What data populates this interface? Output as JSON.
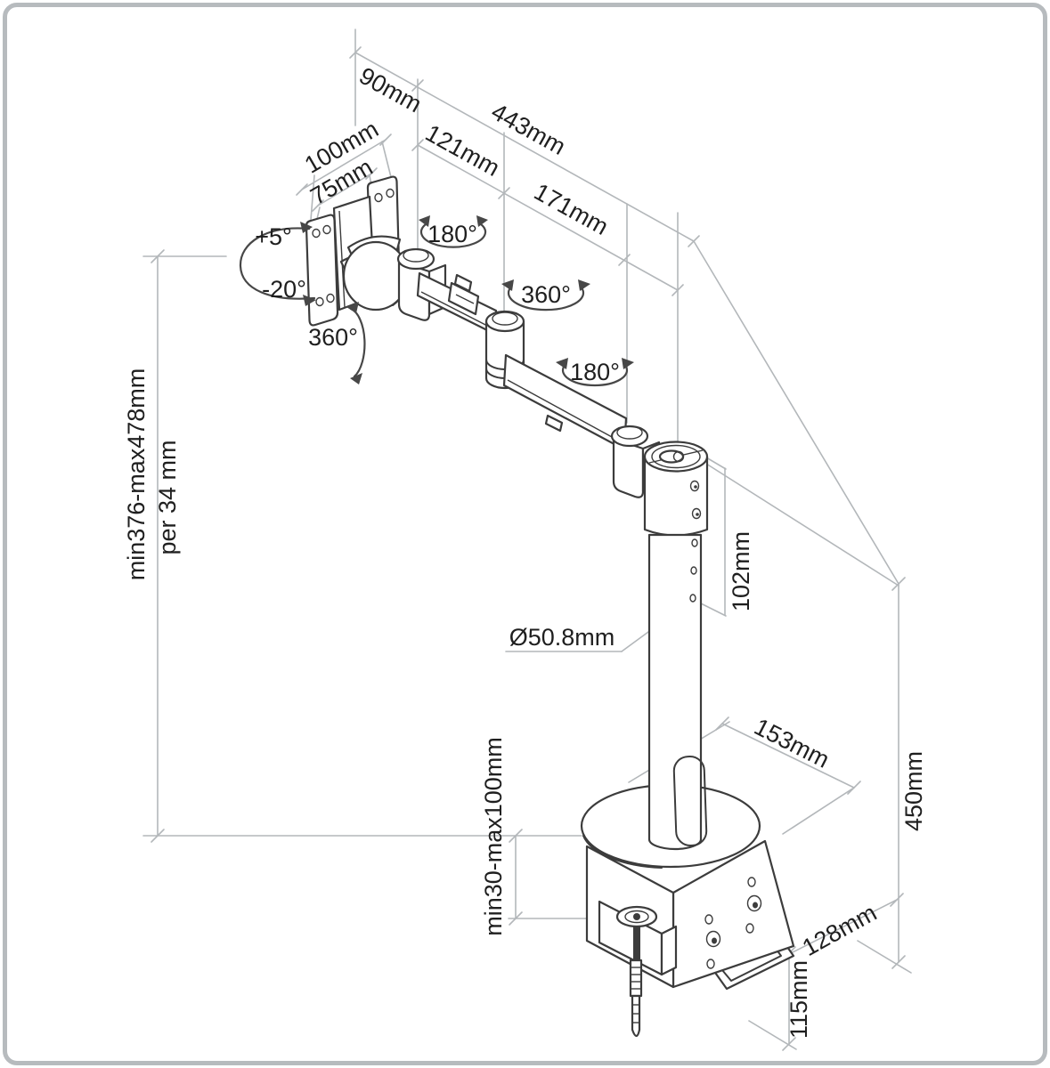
{
  "drawing": {
    "title": "Monitor arm desk mount - dimensioned technical drawing",
    "dimensions": {
      "vesa_width": "100mm",
      "vesa_hole_pattern": "75mm",
      "head_offset": "90mm",
      "total_reach": "443mm",
      "inner_arm": "121mm",
      "outer_arm": "171mm",
      "height_range": "min376-max478mm",
      "height_step": "per 34 mm",
      "pole_hole_pitch": "102mm",
      "pole_diameter": "Ø50.8mm",
      "desk_plate_depth": "153mm",
      "pole_height": "450mm",
      "clamp_opening": "min30-max100mm",
      "clamp_depth": "128mm",
      "clamp_height": "115mm"
    },
    "angles": {
      "tilt_up": "+5°",
      "tilt_down": "-20°",
      "vesa_rotation": "360°",
      "head_swivel": "180°",
      "mid_joint_rotation": "360°",
      "base_joint_swivel": "180°"
    },
    "colors": {
      "part_line": "#3c3c3c",
      "dimension_line": "#b3b7ba",
      "text": "#1f1f1f",
      "border": "#b7bbbe",
      "background": "#ffffff"
    }
  }
}
